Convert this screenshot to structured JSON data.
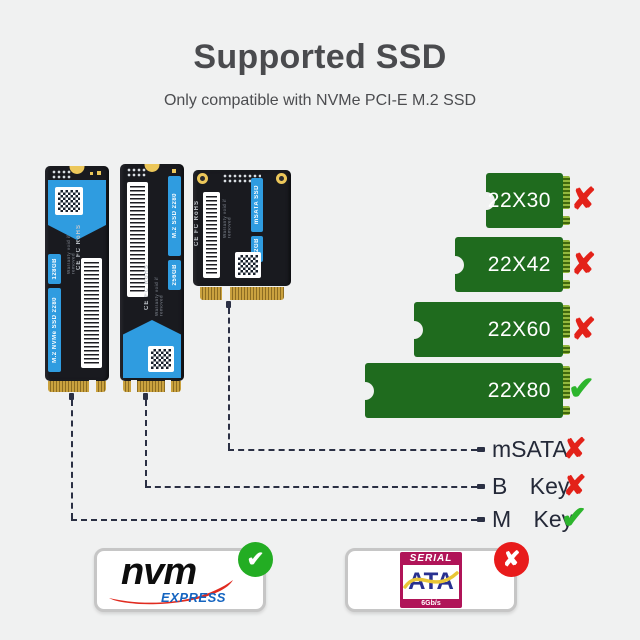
{
  "header": {
    "title": "Supported SSD",
    "subtitle": "Only compatible with NVMe PCI-E M.2 SSD"
  },
  "ssds": [
    {
      "band_label": "M.2 NVMe SSD 2280",
      "capacity": "128GB",
      "cert_text": "CE FC RoHS",
      "warranty_text": "Warranty void if removed"
    },
    {
      "band_label": "M.2 SSD 2280",
      "capacity": "256GB",
      "cert_text": "CE FC RoHS",
      "warranty_text": "Warranty void if removed"
    },
    {
      "band_label": "mSATA SSD",
      "capacity": "512GB",
      "cert_text": "CE FC RoHS",
      "warranty_text": "Warranty void if removed"
    }
  ],
  "size_bars": [
    {
      "label": "22X30",
      "supported": false,
      "mark": "✘"
    },
    {
      "label": "22X42",
      "supported": false,
      "mark": "✘"
    },
    {
      "label": "22X60",
      "supported": false,
      "mark": "✘"
    },
    {
      "label": "22X80",
      "supported": true,
      "mark": "✔"
    }
  ],
  "key_rows": [
    {
      "label": "mSATA",
      "supported": false,
      "mark": "✘"
    },
    {
      "label": "B Key",
      "supported": false,
      "mark": "✘"
    },
    {
      "label": "M Key",
      "supported": true,
      "mark": "✔"
    }
  ],
  "logos": {
    "nvme": {
      "name": "nvm",
      "sub": "EXPRESS",
      "supported": true,
      "mark": "✔"
    },
    "sata": {
      "top": "SERIAL",
      "mid": "ATA",
      "bottom": "6Gb/s",
      "supported": false,
      "mark": "✘"
    }
  },
  "colors": {
    "background": "#f0f1f1",
    "bar_green": "#1f6b1e",
    "ssd_blue": "#2f9ce0",
    "dash_navy": "#2b3044",
    "check_green": "#2db52d",
    "cross_red": "#e32219",
    "gold": "#caa23f",
    "sata_magenta": "#b01458",
    "nvm_blue": "#1464c0",
    "nvm_red": "#e02b20"
  }
}
